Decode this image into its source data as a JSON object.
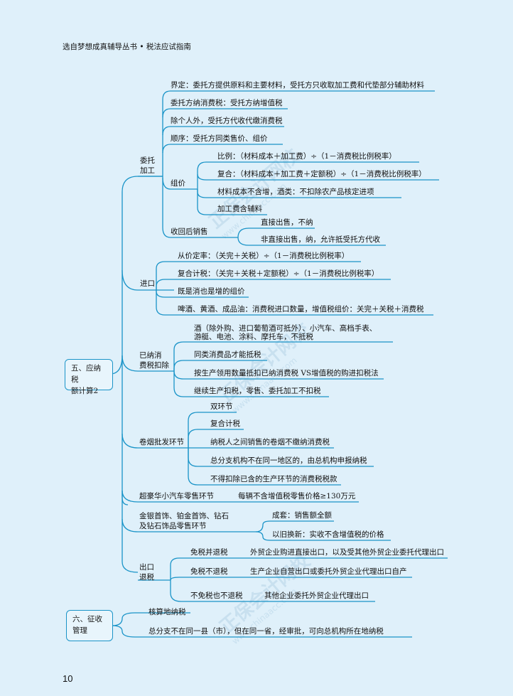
{
  "header": {
    "title": "选自梦想成真辅导丛书 • 税法应试指南"
  },
  "page_number": "10",
  "root5": {
    "label_line1": "五、应纳税",
    "label_line2": "额计算2"
  },
  "weituo": {
    "label_line1": "委托",
    "label_line2": "加工",
    "items": [
      "界定：委托方提供原料和主要材料，受托方只收取加工费和代垫部分辅助材料",
      "委托方纳消费税：受托方纳增值税",
      "除个人外，受托方代收代缴消费税",
      "顺序：受托方同类售价、组价"
    ],
    "zujia": {
      "label": "组价",
      "items": [
        "比例：（材料成本＋加工费）÷（1－消费税比例税率）",
        "复合：（材料成本＋加工费＋定额税）÷（1－消费税比例税率）",
        "材料成本不含增，酒类：不扣除农产品核定进项",
        "加工费含辅料"
      ]
    },
    "shouhui": {
      "label": "收回后销售",
      "items": [
        "直接出售，不纳",
        "非直接出售，纳，允许抵受托方代收"
      ]
    }
  },
  "jinkou": {
    "label": "进口",
    "items": [
      "从价定率：（关完＋关税）÷（1－消费税比例税率）",
      "复合计税：（关完＋关税＋定额税）÷（1－消费税比例税率）",
      "既是消也是增的组价",
      "啤酒、黄酒、成品油：消费税进口数量，增值税组价：关完＋关税＋消费税"
    ]
  },
  "yina": {
    "label_line1": "已纳消",
    "label_line2": "费税扣除",
    "items": [
      "酒（除外购、进口葡萄酒可抵外）、小汽车、高档手表、",
      "游艇、电池、涂料、摩托车，不抵税",
      "同类消费品才能抵税",
      "按生产领用数量抵扣已纳消费税 VS增值税的购进扣税法",
      "继续生产扣税，零售、委托加工不扣税"
    ]
  },
  "juanyan": {
    "label": "卷烟批发环节",
    "items": [
      "双环节",
      "复合计税",
      "纳税人之间销售的卷烟不缴纳消费税",
      "总分支机构不在同一地区的，由总机构申报纳税",
      "不得扣除已含的生产环节的消费税税款"
    ]
  },
  "chaohao": {
    "label": "超豪华小汽车零售环节",
    "value": "每辆不含增值税零售价格≥130万元"
  },
  "jinyin": {
    "label_line1": "金银首饰、铂金首饰、钻石",
    "label_line2": "及钻石饰品零售环节",
    "items": [
      "成套：销售额全额",
      "以旧换新：实收不含增值税的价格"
    ]
  },
  "chukou": {
    "label_line1": "出口",
    "label_line2": "退税",
    "rows": [
      {
        "label": "免税并退税",
        "value": "外贸企业购进直接出口，以及受其他外贸企业委托代理出口"
      },
      {
        "label": "免税不退税",
        "value": "生产企业自营出口或委托外贸企业代理出口自产"
      },
      {
        "label": "不免税也不退税",
        "value": "其他企业委托外贸企业代理出口"
      }
    ]
  },
  "root6": {
    "label_line1": "六、征收",
    "label_line2": "管理",
    "items": [
      "核算地纳税",
      "总分支不在同一县（市），但在同一省，经审批，可向总机构所在地纳税"
    ]
  },
  "colors": {
    "background": "#dff0fa",
    "line": "#1a94c8"
  }
}
